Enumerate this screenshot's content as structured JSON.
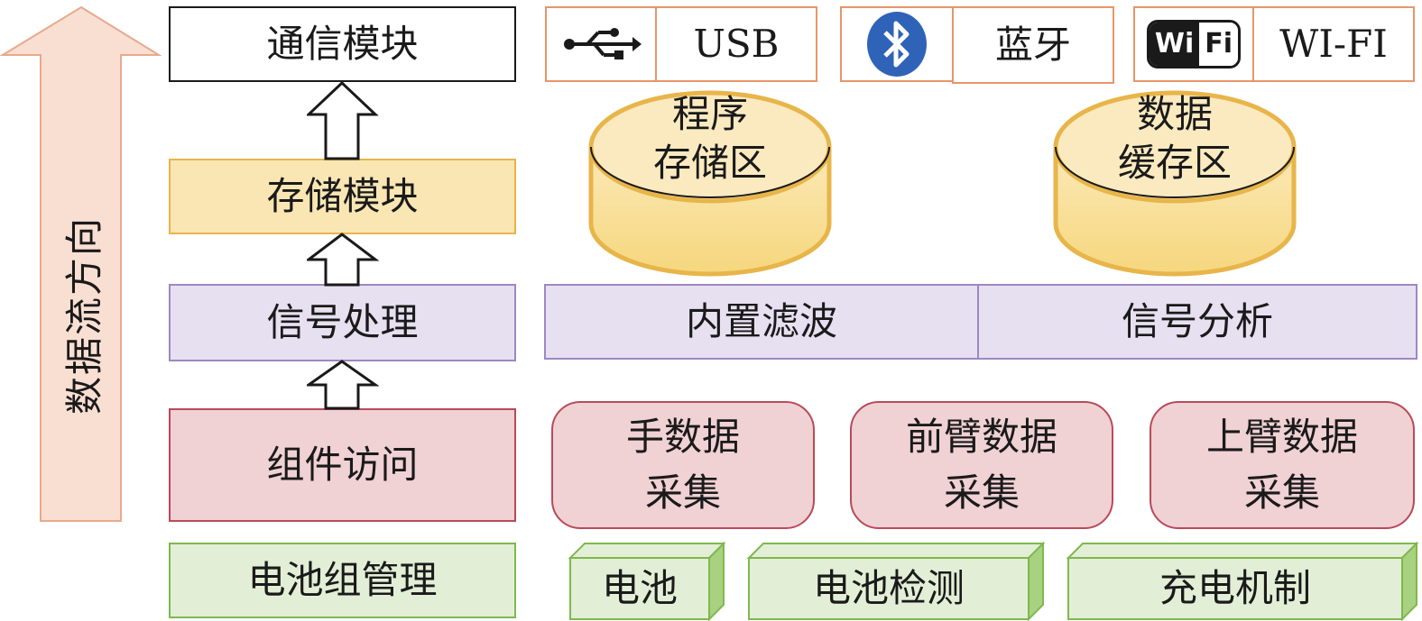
{
  "direction_arrow": {
    "label": "数据流方向"
  },
  "layers": {
    "communication": {
      "label": "通信模块"
    },
    "storage": {
      "label": "存储模块"
    },
    "signal": {
      "label": "信号处理"
    },
    "component": {
      "label": "组件访问"
    },
    "battery": {
      "label": "电池组管理"
    }
  },
  "interfaces": [
    {
      "label": "USB",
      "icon": "usb-icon"
    },
    {
      "label": "蓝牙",
      "icon": "bluetooth-icon"
    },
    {
      "label": "WI-FI",
      "icon": "wifi-icon",
      "icon_text": "WiFi"
    }
  ],
  "storage_areas": [
    {
      "line1": "程序",
      "line2": "存储区"
    },
    {
      "line1": "数据",
      "line2": "缓存区"
    }
  ],
  "signal_items": [
    {
      "label": "内置滤波"
    },
    {
      "label": "信号分析"
    }
  ],
  "acquisition": [
    {
      "line1": "手数据",
      "line2": "采集"
    },
    {
      "line1": "前臂数据",
      "line2": "采集"
    },
    {
      "line1": "上臂数据",
      "line2": "采集"
    }
  ],
  "battery_items": [
    {
      "label": "电池"
    },
    {
      "label": "电池检测"
    },
    {
      "label": "充电机制"
    }
  ],
  "colors": {
    "arrow_fill": "#f9dfd2",
    "arrow_stroke": "#e8a98c",
    "storage_fill": "#f9e6b3",
    "storage_stroke": "#e8b54a",
    "signal_fill": "#e7e0f1",
    "signal_stroke": "#9d88c0",
    "component_fill": "#f0d1d4",
    "component_stroke": "#b84a5a",
    "battery_fill": "#e2efd6",
    "battery_stroke": "#7fb84f",
    "interface_stroke": "#e8956a",
    "bluetooth_blue": "#2f63b8"
  }
}
